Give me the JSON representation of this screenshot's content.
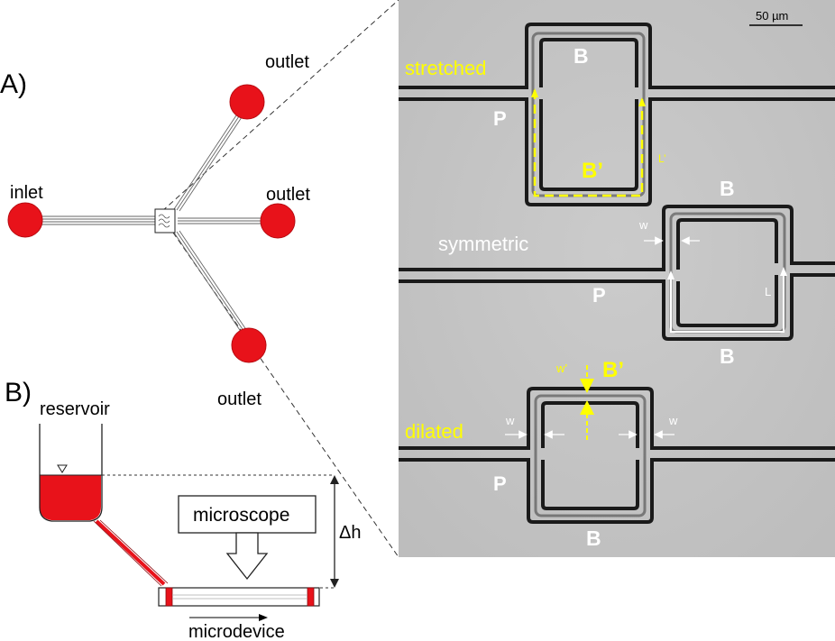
{
  "panel_a": {
    "label": "A)",
    "port_labels": {
      "inlet": "inlet",
      "outlet_top": "outlet",
      "outlet_mid": "outlet",
      "outlet_bottom": "outlet"
    }
  },
  "panel_b": {
    "label": "B)",
    "reservoir": "reservoir",
    "microscope": "microscope",
    "height_diff": "Δh",
    "microdevice": "microdevice"
  },
  "micrograph": {
    "scale_bar": "50 µm",
    "loops": {
      "stretched": {
        "mode": "stretched",
        "branch_top": "B",
        "branch_inner": "B’",
        "parent": "P",
        "inner_length": "L’"
      },
      "symmetric": {
        "mode": "symmetric",
        "branch_top": "B",
        "branch_bottom": "B",
        "parent": "P",
        "width": "w",
        "length": "L"
      },
      "dilated": {
        "mode": "dilated",
        "branch_top": "B’",
        "branch_bottom": "B",
        "parent": "P",
        "inner_width": "w’",
        "width_left": "w",
        "width_right": "w"
      }
    }
  },
  "colors": {
    "port_red": "#e8121a",
    "liquid_red": "#e8121a",
    "annotation_yellow": "#ffff00",
    "annotation_white": "#ffffff",
    "micrograph_gray": "#c6c6c6",
    "channel_dark": "#1e1e1e"
  }
}
